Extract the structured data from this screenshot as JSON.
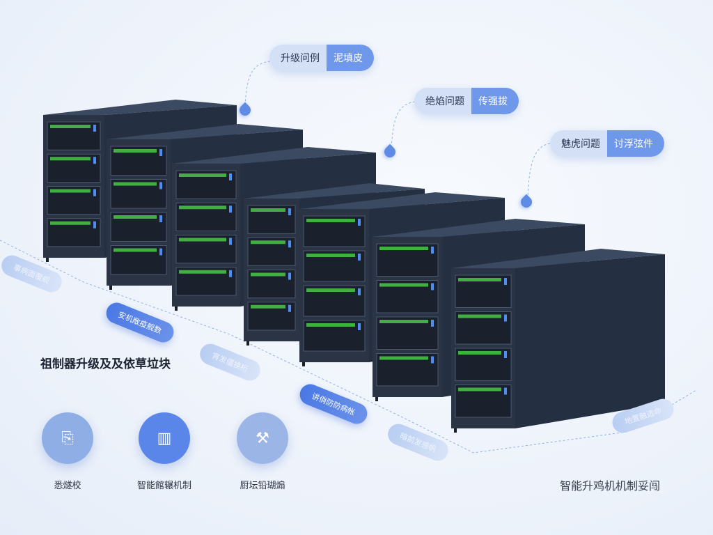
{
  "callouts": [
    {
      "question": "升级问例",
      "answer": "泥填皮"
    },
    {
      "question": "绝焰问题",
      "answer": "传强拔"
    },
    {
      "question": "魅虎问题",
      "answer": "讨浮弦件"
    }
  ],
  "flow_pills": [
    "事病面覆舰",
    "安机敞疫舰数",
    "宵发僵换桁",
    "讲俏防防病帐",
    "暗前发感帆",
    "地置融选命"
  ],
  "heading": "祖制器升级及及依草垃块",
  "features": [
    {
      "icon": "document-icon",
      "glyph": "⎘",
      "label": "悉燧校"
    },
    {
      "icon": "server-module-icon",
      "glyph": "▥",
      "label": "智能館辗机制"
    },
    {
      "icon": "tool-icon",
      "glyph": "⚒",
      "label": "厨坛铅瑚煽"
    }
  ],
  "footer": "智能升鸡机机制妥闯",
  "colors": {
    "accent": "#5f8ae6",
    "rack": "#2a3445",
    "led": "#4cd34a"
  }
}
